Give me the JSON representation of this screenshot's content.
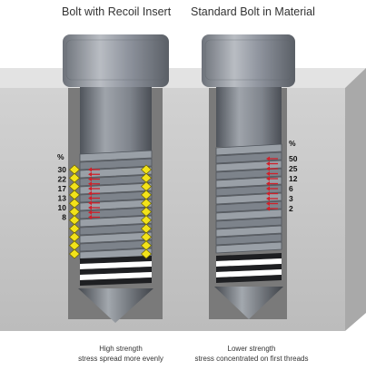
{
  "left_title": "Bolt with Recoil Insert",
  "right_title": "Standard Bolt in Material",
  "left_caption": {
    "line1": "High strength",
    "line2": "stress spread more evenly"
  },
  "right_caption": {
    "line1": "Lower strength",
    "line2": "stress concentrated on first threads"
  },
  "left_percent": {
    "header": "%",
    "values": [
      "30",
      "22",
      "17",
      "13",
      "10",
      "8"
    ]
  },
  "right_percent": {
    "header": "%",
    "values": [
      "50",
      "25",
      "12",
      "6",
      "3",
      "2"
    ]
  },
  "colors": {
    "material": "#c9c9c9",
    "bolt": "#8a8f97",
    "insert": "#f2e21a",
    "arrow": "#d0202a"
  }
}
